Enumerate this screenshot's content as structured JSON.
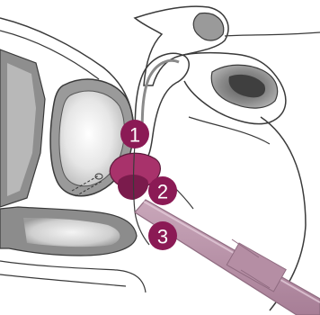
{
  "diagram": {
    "markers": [
      {
        "id": "1",
        "label": "1"
      },
      {
        "id": "2",
        "label": "2"
      },
      {
        "id": "3",
        "label": "3"
      }
    ],
    "colors": {
      "marker_fill": "#8b1a55",
      "probe_fill": "#b894a8",
      "probe_edge": "#8f6b80",
      "prostate_fill": "#a8326b",
      "tissue_gray": "#9a9a9a",
      "tissue_dark": "#6e6e6e",
      "outline": "#3a3a3a",
      "bladder_light": "#f2f2f2"
    }
  }
}
